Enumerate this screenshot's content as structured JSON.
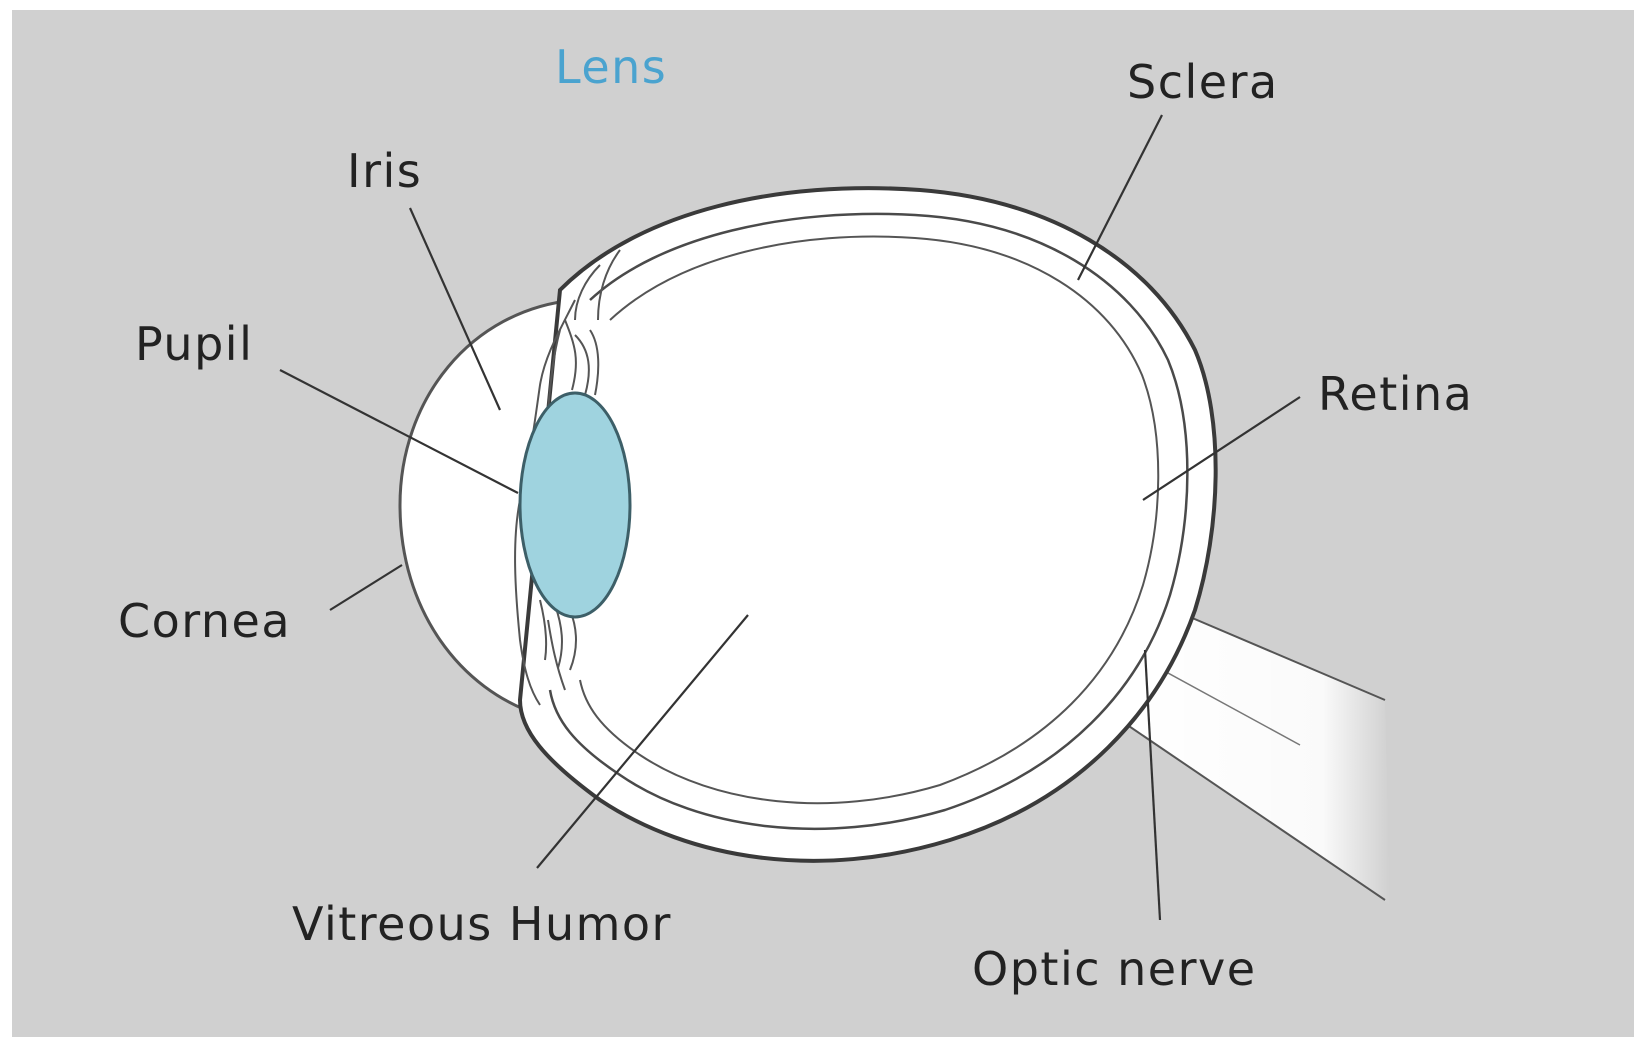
{
  "labels": {
    "lens": "Lens",
    "sclera": "Sclera",
    "iris": "Iris",
    "pupil": "Pupil",
    "retina": "Retina",
    "cornea": "Cornea",
    "vitreous_humor": "Vitreous Humor",
    "optic_nerve": "Optic nerve"
  },
  "colors": {
    "background": "#d0d0d0",
    "lens_fill": "#9fd3df",
    "lens_label": "#4aa3cf",
    "label_text": "#222222",
    "eye_fill": "#ffffff",
    "outline": "#444444"
  }
}
